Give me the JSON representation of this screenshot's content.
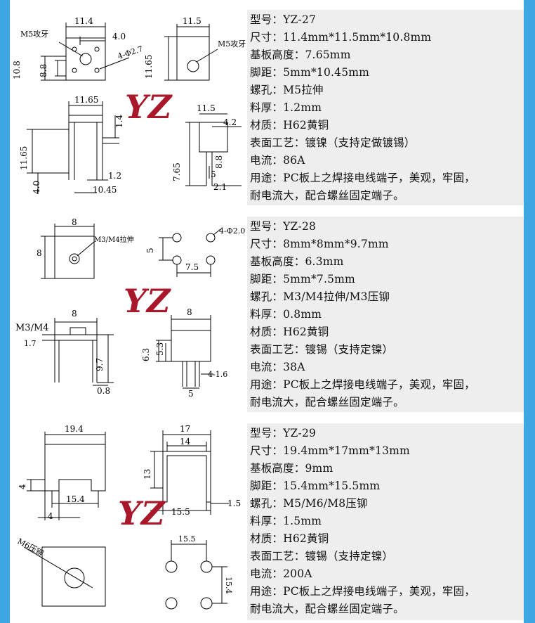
{
  "products": [
    {
      "lines": [
        "型号：YZ-27",
        "尺寸：11.4mm*11.5mm*10.8mm",
        "基板高度：7.65mm",
        "脚距：5mm*10.45mm",
        "螺孔：M5拉伸",
        "料厚：1.2mm",
        "材质：H62黄铜",
        "表面工艺：镀镍（支持定做镀锡）",
        "电流：86A",
        "用途：PC板上之焊接电线端子，美观，牢固，",
        "耐电流大，配合螺丝固定端子。"
      ],
      "dims": {
        "top_w": "11.4",
        "hole_w": "4.0",
        "side_h": "10.8",
        "side_h2": "8.8",
        "holes": "4-Φ2.7",
        "thread": "M5攻牙",
        "r_top": "11.5",
        "r_side": "11.65",
        "front_w": "11.65",
        "front_h": "11.65",
        "flange": "1.4",
        "foot": "4.0",
        "pin": "1.2",
        "pitch": "10.45",
        "side_w": "11.5",
        "side_flange": "4.2",
        "base_h": "7.65",
        "side_pin": "5",
        "side_t": "2.1"
      }
    },
    {
      "lines": [
        "型号：YZ-28",
        "尺寸：8mm*8mm*9.7mm",
        "基板高度：6.3mm",
        "脚距：5mm*7.5mm",
        "螺孔：M3/M4拉伸/M3压铆",
        "料厚：0.8mm",
        "材质：H62黄铜",
        "表面工艺：镀锡（支持定镍）",
        "电流：38A",
        "用途：PC板上之焊接电线端子，美观，牢固，",
        "耐电流大，配合螺丝固定端子。"
      ],
      "dims": {
        "top_w": "8",
        "top_h": "8",
        "thread": "M3/M4拉伸",
        "holes": "4-Φ2.0",
        "hole_v": "5",
        "hole_h": "7.5",
        "front_w": "8",
        "front_label": "M3/M4",
        "front_flange": "1.7",
        "front_h": "9.7",
        "front_t": "0.8",
        "side_w": "8",
        "side_h1": "6.3",
        "side_h2": "5.3",
        "side_pins": "4-1.6",
        "side_pitch": "5"
      }
    },
    {
      "lines": [
        "型号：YZ-29",
        "尺寸：19.4mm*17mm*13mm",
        "基板高度：9mm",
        "脚距：15.4mm*15.5mm",
        "螺孔：M5/M6/M8压铆",
        "料厚：1.5mm",
        "材质：H62黄铜",
        "表面工艺：镀锡（支持定镍）",
        "电流：200A",
        "用途：PC板上之焊接电线端子，美观，牢固，",
        "耐电流大，配合螺丝固定端子。"
      ],
      "dims": {
        "front_w": "19.4",
        "leg_h": "4",
        "pitch": "15.4",
        "leg_w": "4",
        "thread": "M6压铆",
        "side_w": "17",
        "side_inner": "14",
        "side_h": "13",
        "side_pitch": "15.5",
        "side_t": "1.5",
        "holes_w": "15.5",
        "holes_h": "15.4"
      }
    }
  ],
  "logo_text": "YZ",
  "colors": {
    "frame": "#3fa6e4",
    "spec_bg": "#eeeeee",
    "logo": "#a8182a"
  }
}
